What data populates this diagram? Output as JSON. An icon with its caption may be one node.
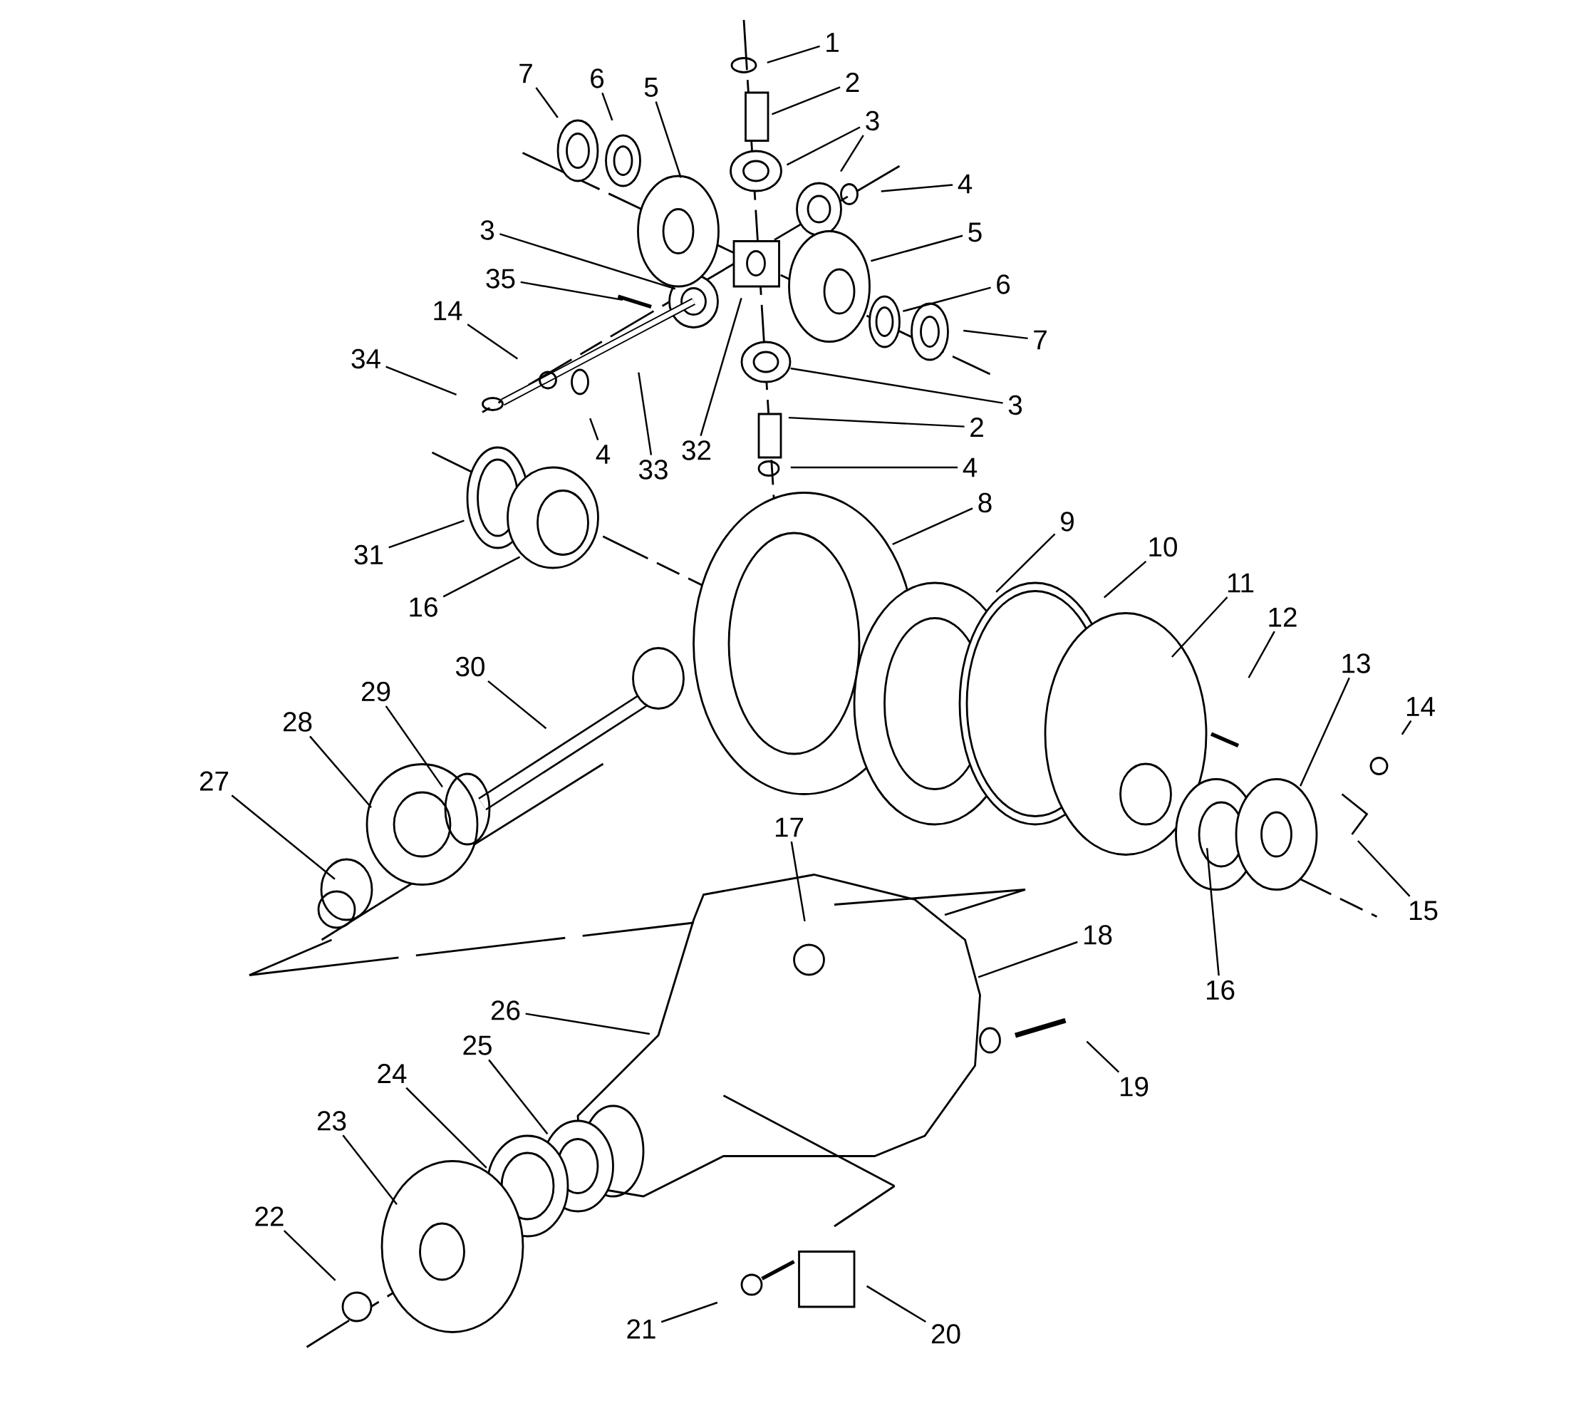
{
  "diagram": {
    "nodes": [
      {
        "text": [
          "1"
        ]
      },
      {
        "text": [
          "2"
        ]
      },
      {
        "text": [
          "3"
        ]
      },
      {
        "text": [
          "4"
        ]
      },
      {
        "text": [
          "7"
        ]
      },
      {
        "text": [
          "6"
        ]
      },
      {
        "text": [
          "5"
        ]
      },
      {
        "text": [
          "3"
        ]
      },
      {
        "text": [
          "35"
        ]
      },
      {
        "text": [
          "5"
        ]
      },
      {
        "text": [
          "6"
        ]
      },
      {
        "text": [
          "7"
        ]
      },
      {
        "text": [
          "14"
        ]
      },
      {
        "text": [
          "34"
        ]
      },
      {
        "text": [
          "3"
        ]
      },
      {
        "text": [
          "2"
        ]
      },
      {
        "text": [
          "4"
        ]
      },
      {
        "text": [
          "33"
        ]
      },
      {
        "text": [
          "32"
        ]
      },
      {
        "text": [
          "4"
        ]
      },
      {
        "text": [
          "8"
        ]
      },
      {
        "text": [
          "9"
        ]
      },
      {
        "text": [
          "10"
        ]
      },
      {
        "text": [
          "11"
        ]
      },
      {
        "text": [
          "12"
        ]
      },
      {
        "text": [
          "13"
        ]
      },
      {
        "text": [
          "14"
        ]
      },
      {
        "text": [
          "31"
        ]
      },
      {
        "text": [
          "16"
        ]
      },
      {
        "text": [
          "30"
        ]
      },
      {
        "text": [
          "29"
        ]
      },
      {
        "text": [
          "28"
        ]
      },
      {
        "text": [
          "27"
        ]
      },
      {
        "text": [
          "17"
        ]
      },
      {
        "text": [
          "15"
        ]
      },
      {
        "text": [
          "16"
        ]
      },
      {
        "text": [
          "18"
        ]
      },
      {
        "text": [
          "26"
        ]
      },
      {
        "text": [
          "25"
        ]
      },
      {
        "text": [
          "19"
        ]
      },
      {
        "text": [
          "24"
        ]
      },
      {
        "text": [
          "23"
        ]
      },
      {
        "text": [
          "22"
        ]
      },
      {
        "text": [
          "21"
        ]
      },
      {
        "text": [
          "20"
        ]
      }
    ],
    "edges": [
      {
        "from": 0,
        "to": null,
        "arrow": "none"
      },
      {
        "from": 1,
        "to": null,
        "arrow": "none"
      },
      {
        "from": 2,
        "to": null,
        "arrow": "none"
      },
      {
        "from": 2,
        "to": null,
        "arrow": "none"
      },
      {
        "from": 3,
        "to": null,
        "arrow": "none"
      },
      {
        "from": 4,
        "to": null,
        "arrow": "none"
      },
      {
        "from": 5,
        "to": null,
        "arrow": "none"
      },
      {
        "from": 6,
        "to": null,
        "arrow": "none"
      },
      {
        "from": 7,
        "to": null,
        "arrow": "none"
      },
      {
        "from": 8,
        "to": null,
        "arrow": "none"
      },
      {
        "from": 9,
        "to": null,
        "arrow": "none"
      },
      {
        "from": 10,
        "to": null,
        "arrow": "none"
      },
      {
        "from": 11,
        "to": null,
        "arrow": "none"
      },
      {
        "from": 12,
        "to": null,
        "arrow": "none"
      },
      {
        "from": 13,
        "to": null,
        "arrow": "none"
      },
      {
        "from": 14,
        "to": null,
        "arrow": "none"
      },
      {
        "from": 15,
        "to": null,
        "arrow": "none"
      },
      {
        "from": 16,
        "to": null,
        "arrow": "none"
      },
      {
        "from": 17,
        "to": null,
        "arrow": "none"
      },
      {
        "from": 18,
        "to": null,
        "arrow": "none"
      },
      {
        "from": 19,
        "to": null,
        "arrow": "none"
      },
      {
        "from": 20,
        "to": null,
        "arrow": "none"
      },
      {
        "from": 21,
        "to": null,
        "arrow": "none"
      },
      {
        "from": 22,
        "to": null,
        "arrow": "none"
      },
      {
        "from": 23,
        "to": null,
        "arrow": "none"
      },
      {
        "from": 24,
        "to": null,
        "arrow": "none"
      },
      {
        "from": 25,
        "to": null,
        "arrow": "none"
      },
      {
        "from": 26,
        "to": null,
        "arrow": "none"
      },
      {
        "from": 27,
        "to": null,
        "arrow": "none"
      },
      {
        "from": 28,
        "to": null,
        "arrow": "none"
      },
      {
        "from": 29,
        "to": null,
        "arrow": "none"
      },
      {
        "from": 30,
        "to": null,
        "arrow": "none"
      },
      {
        "from": 31,
        "to": null,
        "arrow": "none"
      },
      {
        "from": 32,
        "to": null,
        "arrow": "none"
      },
      {
        "from": 33,
        "to": null,
        "arrow": "none"
      },
      {
        "from": 34,
        "to": null,
        "arrow": "none"
      },
      {
        "from": 35,
        "to": null,
        "arrow": "none"
      },
      {
        "from": 36,
        "to": null,
        "arrow": "none"
      },
      {
        "from": 37,
        "to": null,
        "arrow": "none"
      },
      {
        "from": 38,
        "to": null,
        "arrow": "none"
      },
      {
        "from": 39,
        "to": null,
        "arrow": "none"
      },
      {
        "from": 40,
        "to": null,
        "arrow": "none"
      },
      {
        "from": 41,
        "to": null,
        "arrow": "none"
      },
      {
        "from": 42,
        "to": null,
        "arrow": "none"
      },
      {
        "from": 43,
        "to": null,
        "arrow": "none"
      },
      {
        "from": 44,
        "to": null,
        "arrow": "none"
      }
    ]
  }
}
